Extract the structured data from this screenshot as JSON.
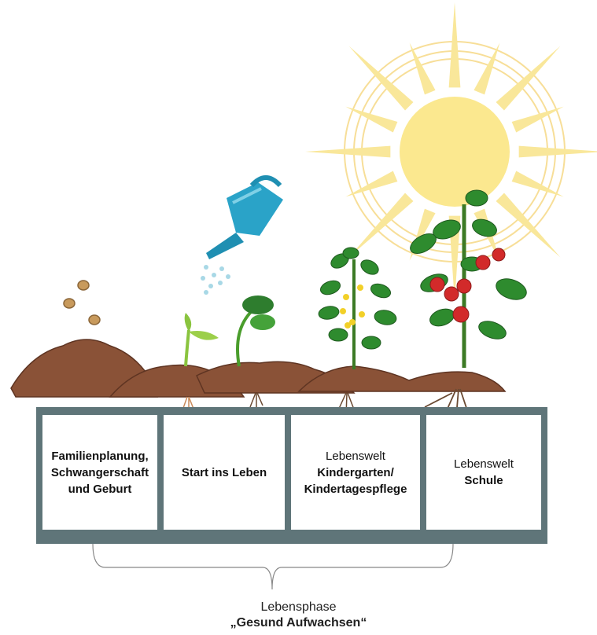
{
  "stages": [
    {
      "lines_plain": [],
      "lines_bold": [
        "Familienplanung,",
        "Schwangerschaft",
        "und Geburt"
      ]
    },
    {
      "lines_plain": [],
      "lines_bold": [
        "Start ins Leben"
      ]
    },
    {
      "lines_plain": [
        "Lebenswelt"
      ],
      "lines_bold": [
        "Kindergarten/",
        "Kindertagespflege"
      ]
    },
    {
      "lines_plain": [
        "Lebenswelt"
      ],
      "lines_bold": [
        "Schule"
      ]
    }
  ],
  "phase": {
    "label": "Lebensphase",
    "title": "„Gesund Aufwachsen“"
  },
  "colors": {
    "soil": "#8a5237",
    "bed_frame": "#5f7579",
    "sun": "#f9e79a",
    "sun_core": "#fbe88f",
    "can": "#2aa3c8",
    "leaf": "#2e8b2e",
    "tomato": "#d22a2a",
    "flower": "#f2d028"
  },
  "icons": [
    "seeds-icon",
    "watering-can-icon",
    "sprout-icon",
    "seedling-icon",
    "flowering-plant-icon",
    "tomato-plant-icon",
    "sun-icon"
  ]
}
